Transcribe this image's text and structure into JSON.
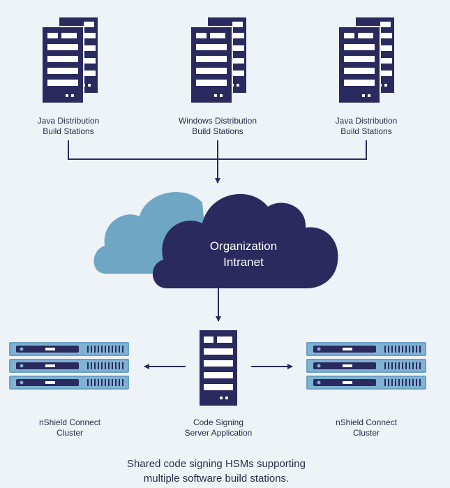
{
  "nodes": {
    "build_station_left": {
      "line1": "Java Distribution",
      "line2": "Build Stations",
      "icon": "server-tower-icon"
    },
    "build_station_center": {
      "line1": "Windows Distribution",
      "line2": "Build Stations",
      "icon": "server-tower-icon"
    },
    "build_station_right": {
      "line1": "Java Distribution",
      "line2": "Build Stations",
      "icon": "server-tower-icon"
    },
    "intranet": {
      "line1": "Organization",
      "line2": "Intranet",
      "icon": "cloud-icon"
    },
    "code_signing_server": {
      "line1": "Code Signing",
      "line2": "Server Application",
      "icon": "server-tower-icon"
    },
    "cluster_left": {
      "line1": "nShield Connect",
      "line2": "Cluster",
      "icon": "rack-hsm-icon"
    },
    "cluster_right": {
      "line1": "nShield Connect",
      "line2": "Cluster",
      "icon": "rack-hsm-icon"
    }
  },
  "caption": {
    "line1": "Shared code signing HSMs  supporting",
    "line2": "multiple software build stations."
  },
  "colors": {
    "navy": "#2a2a5e",
    "light_blue": "#6fa6c4",
    "background": "#eef3f7",
    "rack_fill": "#6b9fc4"
  }
}
